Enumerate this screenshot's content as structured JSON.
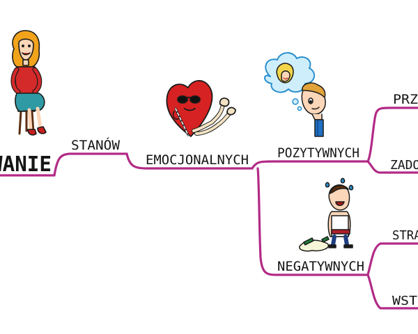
{
  "mindmap": {
    "root_label": "WANIE",
    "nodes": {
      "stanow": "STANÓW",
      "emocjonalnych": "EMOCJONALNYCH",
      "pozytywnych": "POZYTYWNYCH",
      "negatywnych": "NEGATYWNYCH",
      "przy": "PRZY",
      "zadow": "ZADOW",
      "strac": "STRAC",
      "wstr": "WSTR"
    },
    "icons": {
      "root": "woman-sitting-on-stool-icon",
      "emocjonalnych": "heart-character-icon",
      "pozytywnych": "couple-dreaming-icon",
      "negatywnych": "man-spilled-drink-icon"
    },
    "colors": {
      "branch": "#b22a86",
      "text": "#151515"
    }
  }
}
